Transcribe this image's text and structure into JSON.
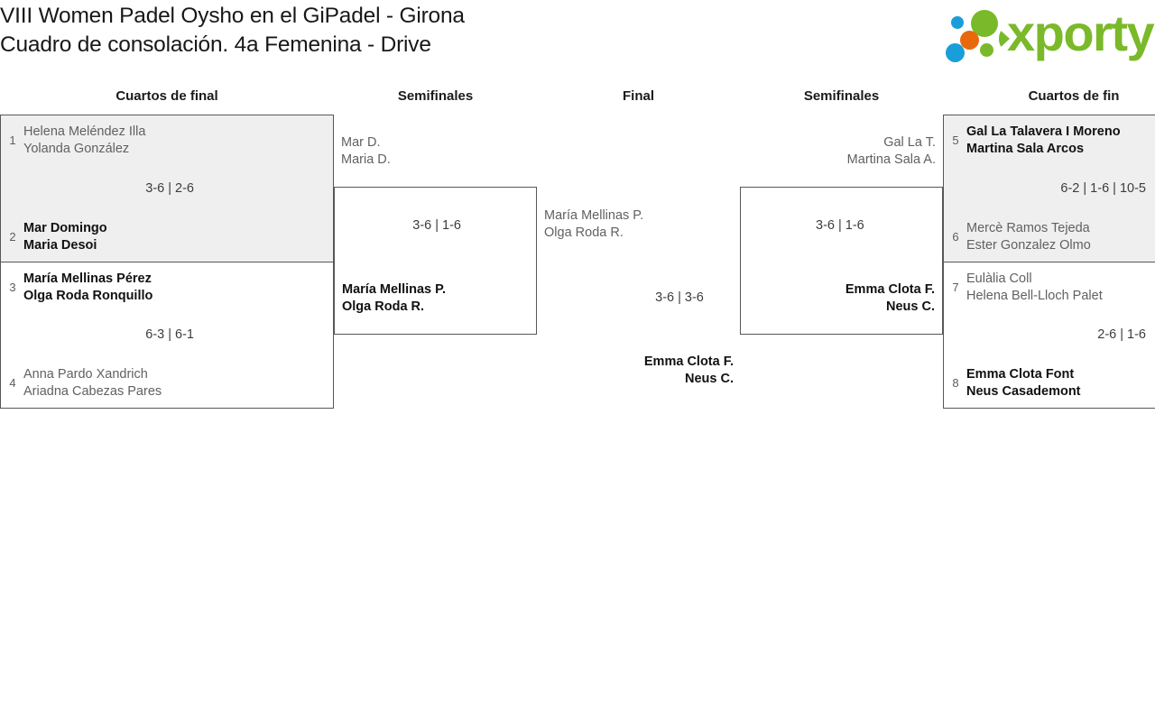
{
  "header": {
    "title_line1": "VIII Women Padel Oysho en el GiPadel - Girona",
    "title_line2": "Cuadro de consolación. 4a Femenina - Drive",
    "logo_word": "xporty",
    "logo_colors": {
      "green": "#7ab929",
      "blue": "#1a9ed9",
      "orange": "#e8690b"
    }
  },
  "rounds": [
    {
      "label": "Cuartos de final"
    },
    {
      "label": "Semifinales"
    },
    {
      "label": "Final"
    },
    {
      "label": "Semifinales"
    },
    {
      "label": "Cuartos de fin"
    }
  ],
  "bracket": {
    "left_quarterfinals": [
      {
        "seed_top": "1",
        "top_p1": "Helena Meléndez Illa",
        "top_p2": "Yolanda González",
        "top_result": "loser",
        "score": "3-6 | 2-6",
        "seed_bottom": "2",
        "bottom_p1": "Mar Domingo",
        "bottom_p2": "Maria Desoi",
        "bottom_result": "winner"
      },
      {
        "seed_top": "3",
        "top_p1": "María Mellinas Pérez",
        "top_p2": "Olga Roda Ronquillo",
        "top_result": "winner",
        "score": "6-3 | 6-1",
        "seed_bottom": "4",
        "bottom_p1": "Anna Pardo Xandrich",
        "bottom_p2": "Ariadna Cabezas Pares",
        "bottom_result": "loser"
      }
    ],
    "left_semifinal": {
      "top_p1": "Mar D.",
      "top_p2": "Maria D.",
      "top_result": "loser",
      "score": "3-6 | 1-6",
      "bottom_p1": "María Mellinas P.",
      "bottom_p2": "Olga Roda R.",
      "bottom_result": "winner"
    },
    "final": {
      "top_p1": "María Mellinas P.",
      "top_p2": "Olga Roda R.",
      "top_result": "loser",
      "score": "3-6 | 3-6",
      "champion_p1": "Emma Clota F.",
      "champion_p2": "Neus C."
    },
    "right_semifinal": {
      "top_p1": "Gal La T.",
      "top_p2": "Martina Sala A.",
      "top_result": "loser",
      "score": "3-6 | 1-6",
      "bottom_p1": "Emma Clota F.",
      "bottom_p2": "Neus C.",
      "bottom_result": "winner"
    },
    "right_quarterfinals": [
      {
        "seed_top": "5",
        "top_p1": "Gal La Talavera I Moreno",
        "top_p2": "Martina Sala Arcos",
        "top_result": "winner",
        "score": "6-2 | 1-6 | 10-5",
        "seed_bottom": "6",
        "bottom_p1": "Mercè Ramos Tejeda",
        "bottom_p2": "Ester Gonzalez Olmo",
        "bottom_result": "loser"
      },
      {
        "seed_top": "7",
        "top_p1": "Eulàlia Coll",
        "top_p2": "Helena Bell-Lloch Palet",
        "top_result": "loser",
        "score": "2-6 | 1-6",
        "seed_bottom": "8",
        "bottom_p1": "Emma Clota Font",
        "bottom_p2": "Neus Casademont",
        "bottom_result": "winner"
      }
    ]
  }
}
